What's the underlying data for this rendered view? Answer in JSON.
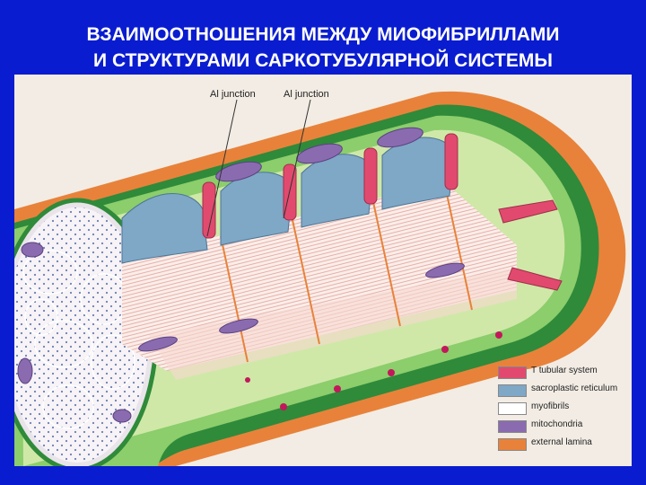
{
  "title": {
    "line1": "ВЗАИМООТНОШЕНИЯ МЕЖДУ МИОФИБРИЛЛАМИ",
    "line2": "И СТРУКТУРАМИ САРКОТУБУЛЯРНОЙ СИСТЕМЫ"
  },
  "callouts": [
    "Al junction",
    "Al junction"
  ],
  "legend": [
    {
      "label": "T tubular system",
      "color": "#e14a6e",
      "icon": "t-tubule-swatch"
    },
    {
      "label": "sacroplastic reticulum",
      "color": "#7fa7c6",
      "icon": "reticulum-swatch"
    },
    {
      "label": "myofibrils",
      "color": "#ffffff",
      "icon": "myofibril-swatch"
    },
    {
      "label": "mitochondria",
      "color": "#8b6bb0",
      "icon": "mitochondria-swatch"
    },
    {
      "label": "external lamina",
      "color": "#e8823a",
      "icon": "lamina-swatch"
    }
  ],
  "colors": {
    "background": "#0a1ccf",
    "panel": "#f2ece4",
    "sarcolemma_green": "#5ab94a",
    "cytoplasm_light_green": "#cfe8a8",
    "lamina_orange": "#e8823a",
    "reticulum_blue": "#7fa7c6",
    "t_tubule_pink": "#e14a6e",
    "mitochondria_purple": "#8b6bb0"
  }
}
